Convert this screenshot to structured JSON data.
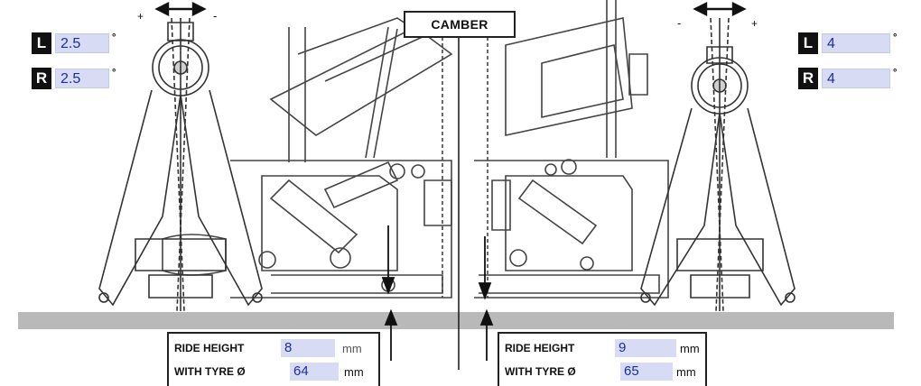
{
  "camber_label": "CAMBER",
  "front": {
    "left": {
      "side": "L",
      "value": "2.5",
      "unit": "°"
    },
    "right": {
      "side": "R",
      "value": "2.5",
      "unit": "°"
    },
    "sign_plus": "+",
    "sign_minus": "-"
  },
  "rear": {
    "left": {
      "side": "L",
      "value": "4",
      "unit": "°"
    },
    "right": {
      "side": "R",
      "value": "4",
      "unit": "°"
    },
    "sign_plus": "+",
    "sign_minus": "-"
  },
  "ride_front": {
    "label": "RIDE HEIGHT",
    "value": "8",
    "unit": "mm",
    "tyre_label": "WITH TYRE Ø",
    "tyre_value": "64",
    "tyre_unit": "mm"
  },
  "ride_rear": {
    "label": "RIDE HEIGHT",
    "value": "9",
    "unit": "mm",
    "tyre_label": "WITH TYRE Ø",
    "tyre_value": "65",
    "tyre_unit": "mm"
  },
  "colors": {
    "field_bg": "#d7dcf4",
    "field_text": "#1a2ea0",
    "ground": "#b9b9b9",
    "ink": "#222222"
  }
}
